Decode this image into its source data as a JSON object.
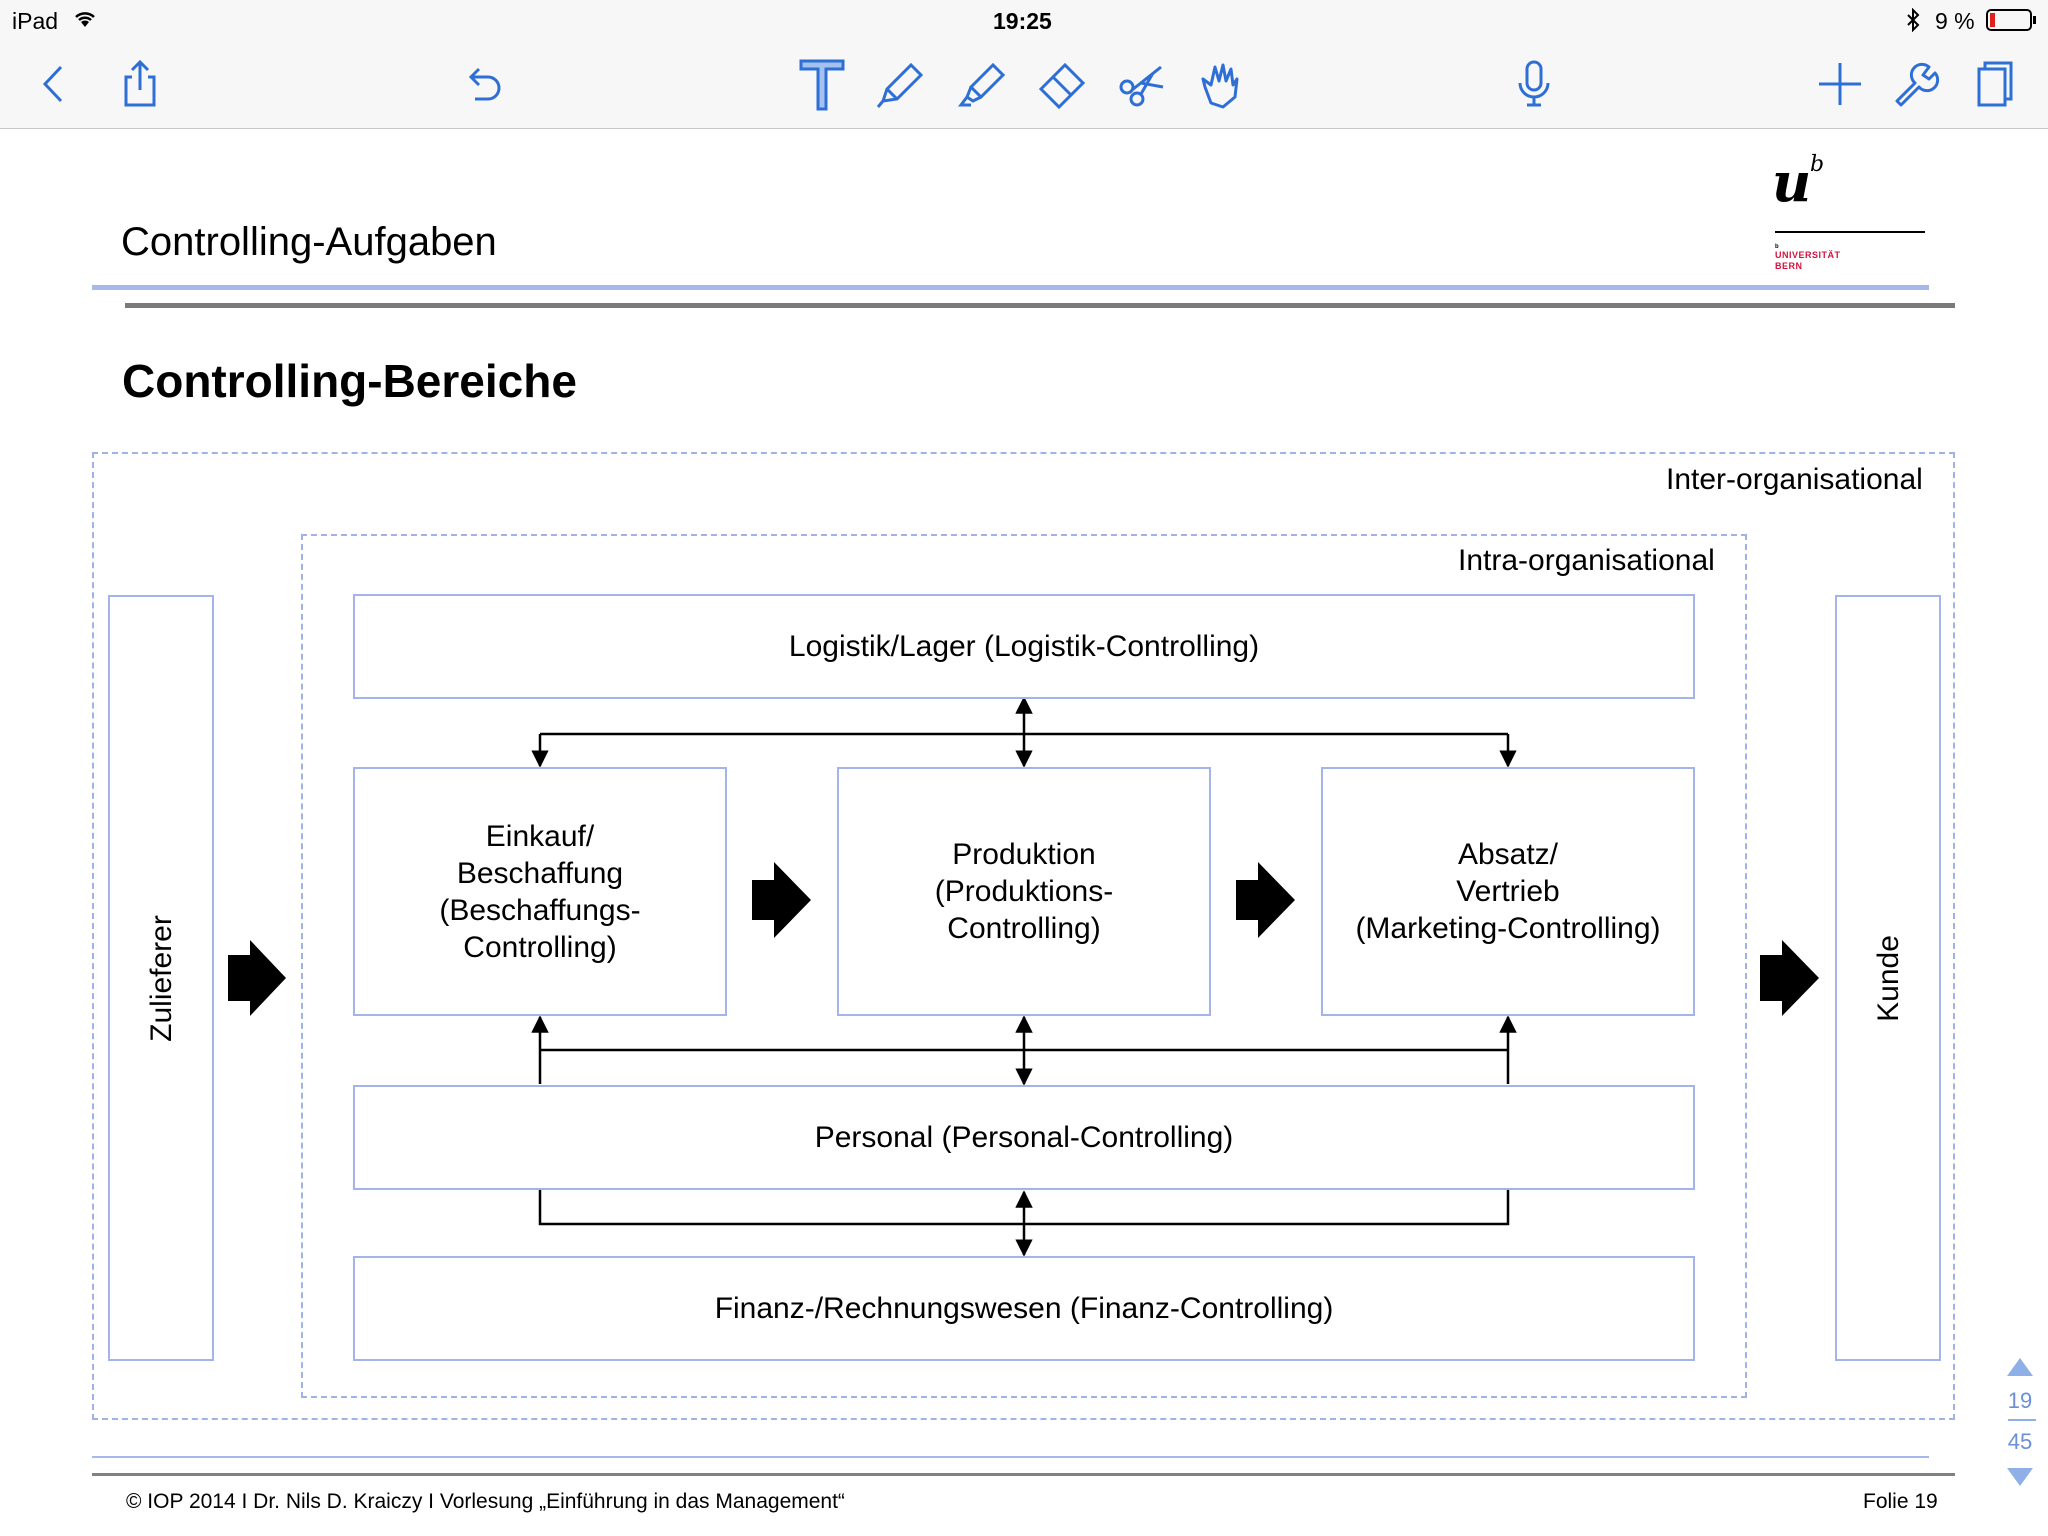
{
  "status_bar": {
    "device": "iPad",
    "time": "19:25",
    "battery": "9 %"
  },
  "toolbar": {
    "left": [
      "back-icon",
      "share-icon",
      "undo-icon"
    ],
    "center": [
      "text-tool-icon",
      "pen-icon",
      "highlighter-icon",
      "eraser-icon",
      "scissors-icon",
      "hand-icon"
    ],
    "right": [
      "microphone-icon",
      "add-icon",
      "wrench-icon",
      "pages-icon"
    ],
    "accent_color": "#2e6fd6"
  },
  "slide": {
    "title": "Controlling-Aufgaben",
    "heading": "Controlling-Bereiche",
    "logo": {
      "mark": "u",
      "superscript": "b",
      "small_b": "b",
      "line1": "UNIVERSITÄT",
      "line2": "BERN",
      "color": "#d4123e"
    },
    "diagram": {
      "outer_label": "Inter-organisational",
      "inner_label": "Intra-organisational",
      "supplier": "Zulieferer",
      "customer": "Kunde",
      "logistics": "Logistik/Lager (Logistik-Controlling)",
      "procurement": {
        "line1": "Einkauf/",
        "line2": "Beschaffung",
        "line3": "(Beschaffungs-",
        "line4": "Controlling)"
      },
      "production": {
        "line1": "Produktion",
        "line2": "(Produktions-",
        "line3": "Controlling)"
      },
      "sales": {
        "line1": "Absatz/",
        "line2": "Vertrieb",
        "line3": "(Marketing-Controlling)"
      },
      "personnel": "Personal (Personal-Controlling)",
      "finance": "Finanz-/Rechnungswesen (Finanz-Controlling)"
    },
    "footer": {
      "left": "© IOP 2014 I Dr. Nils D. Kraiczy I Vorlesung „Einführung in das Management“",
      "right": "Folie 19"
    }
  },
  "pager": {
    "current": "19",
    "total": "45"
  }
}
